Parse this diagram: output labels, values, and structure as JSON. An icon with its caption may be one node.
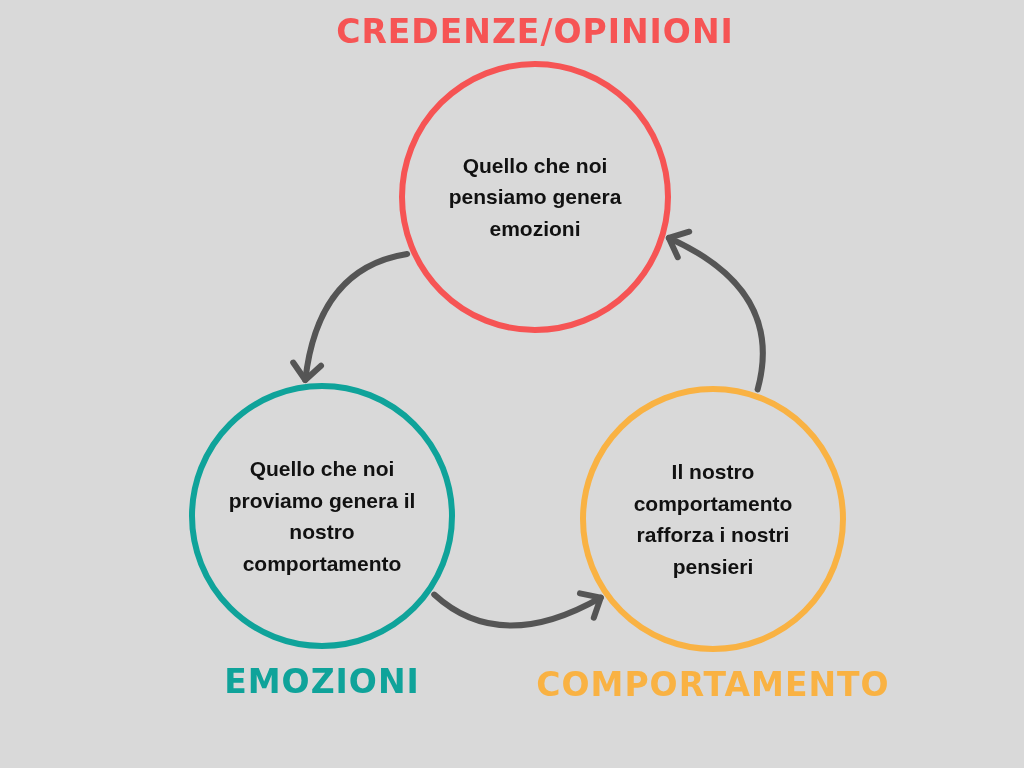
{
  "diagram": {
    "nodes": [
      {
        "text": [
          "CREDENZE/OPINIONI",
          "Quello che noi pensiamo genera emozioni"
        ]
      },
      {
        "text": [
          "Quello che noi proviamo genera il nostro comportamento",
          "EMOZIONI"
        ]
      },
      {
        "text": [
          "Il nostro comportamento rafforza i nostri pensieri",
          "COMPORTAMENTO"
        ]
      }
    ],
    "edges": [
      {
        "from": 0,
        "to": 1,
        "arrow": "to"
      },
      {
        "from": 1,
        "to": 2,
        "arrow": "to"
      },
      {
        "from": 2,
        "to": 0,
        "arrow": "to"
      }
    ]
  }
}
